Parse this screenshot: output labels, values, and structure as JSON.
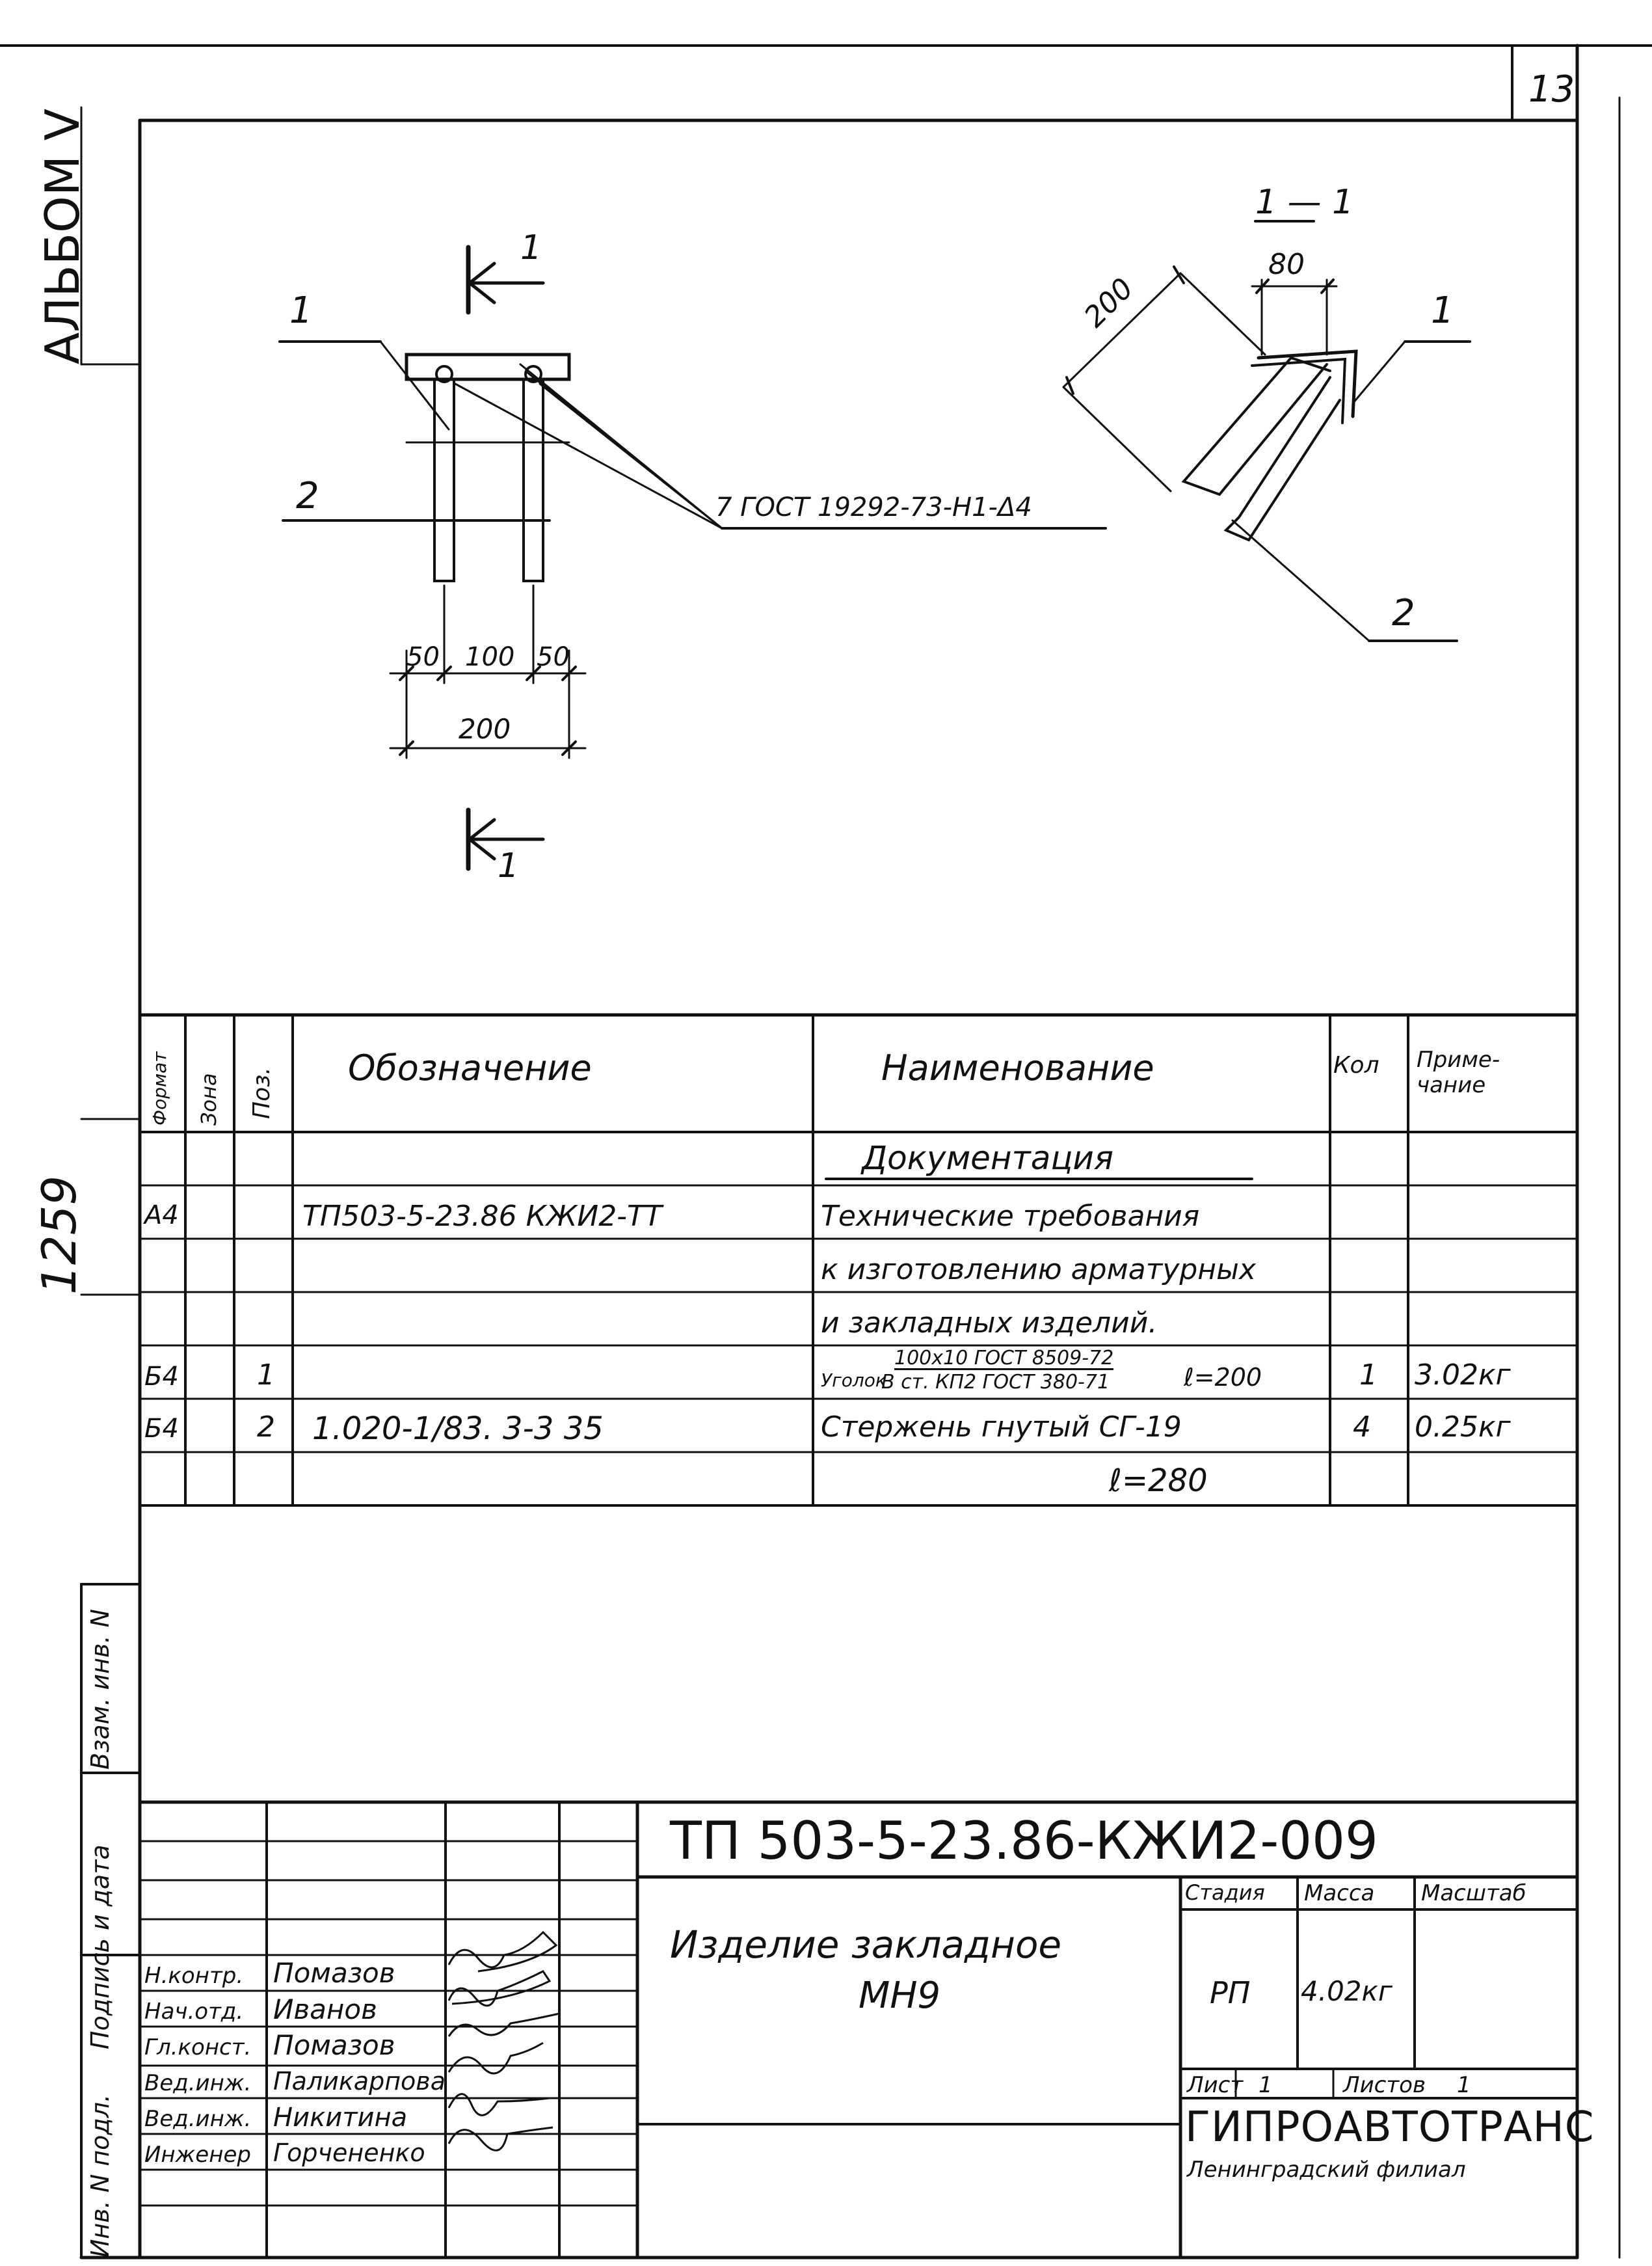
{
  "sheet": {
    "page_number": "13",
    "album": "АЛЬБОМ V",
    "archive_number": "1259",
    "side_labels": {
      "inv_no": "Инв. N подл.",
      "sign_date": "Подпись и дата",
      "replace_inv": "Взам. инв. N"
    }
  },
  "drawing": {
    "section_arrow_top": "1",
    "section_arrow_bottom": "1",
    "section_title": "1 — 1",
    "callouts": {
      "pos1_left": "1",
      "pos2_left": "2",
      "pos1_right": "1",
      "pos2_right": "2"
    },
    "weld_note": "7 ГОСТ 19292-73-Н1-Δ4",
    "dims": {
      "d50a": "50",
      "d100": "100",
      "d50b": "50",
      "d200": "200",
      "section_200": "200",
      "section_80": "80"
    }
  },
  "spec": {
    "headers": {
      "format": "Формат",
      "zone": "Зона",
      "pos": "Поз.",
      "designation": "Обозначение",
      "name": "Наименование",
      "qty": "Кол",
      "note": "Приме-\nчание"
    },
    "section_title": "Документация",
    "rows": [
      {
        "format": "А4",
        "zone": "",
        "pos": "",
        "designation": "ТП503-5-23.86 КЖИ2-ТТ",
        "name": "Технические требования",
        "qty": "",
        "note": ""
      },
      {
        "format": "",
        "zone": "",
        "pos": "",
        "designation": "",
        "name": "к изготовлению арматурных",
        "qty": "",
        "note": ""
      },
      {
        "format": "",
        "zone": "",
        "pos": "",
        "designation": "",
        "name": "и закладных изделий.",
        "qty": "",
        "note": ""
      },
      {
        "format": "Б4",
        "zone": "",
        "pos": "1",
        "designation": "",
        "name_frac_top": "100х10 ГОСТ 8509-72",
        "name_frac_bottom": "В ст. КП2 ГОСТ 380-71",
        "name_prefix": "Уголок",
        "name_suffix": "ℓ=200",
        "qty": "1",
        "note": "3.02кг"
      },
      {
        "format": "Б4",
        "zone": "",
        "pos": "2",
        "designation": "1.020-1/83. 3-3 35",
        "name": "Стержень гнутый  СГ-19",
        "qty": "4",
        "note": "0.25кг"
      },
      {
        "format": "",
        "zone": "",
        "pos": "",
        "designation": "",
        "name": "ℓ=280",
        "qty": "",
        "note": ""
      }
    ]
  },
  "title_block": {
    "code": "ТП 503-5-23.86-КЖИ2-009",
    "item_name_line1": "Изделие  закладное",
    "item_name_line2": "МН9",
    "stage_label": "Стадия",
    "mass_label": "Масса",
    "scale_label": "Масштаб",
    "stage": "РП",
    "mass": "4.02кг",
    "scale": "",
    "sheet_label": "Лист",
    "sheet": "1",
    "sheets_label": "Листов",
    "sheets": "1",
    "org": "ГИПРОАВТОТРАНС",
    "org_branch": "Ленинградский филиал",
    "signatures": [
      {
        "role": "Н.контр.",
        "name": "Помазов"
      },
      {
        "role": "Нач.отд.",
        "name": "Иванов"
      },
      {
        "role": "Гл.конст.",
        "name": "Помазов"
      },
      {
        "role": "Вед.инж.",
        "name": "Паликарпова"
      },
      {
        "role": "Вед.инж.",
        "name": "Никитина"
      },
      {
        "role": "Инженер",
        "name": "Горчененко"
      }
    ]
  }
}
